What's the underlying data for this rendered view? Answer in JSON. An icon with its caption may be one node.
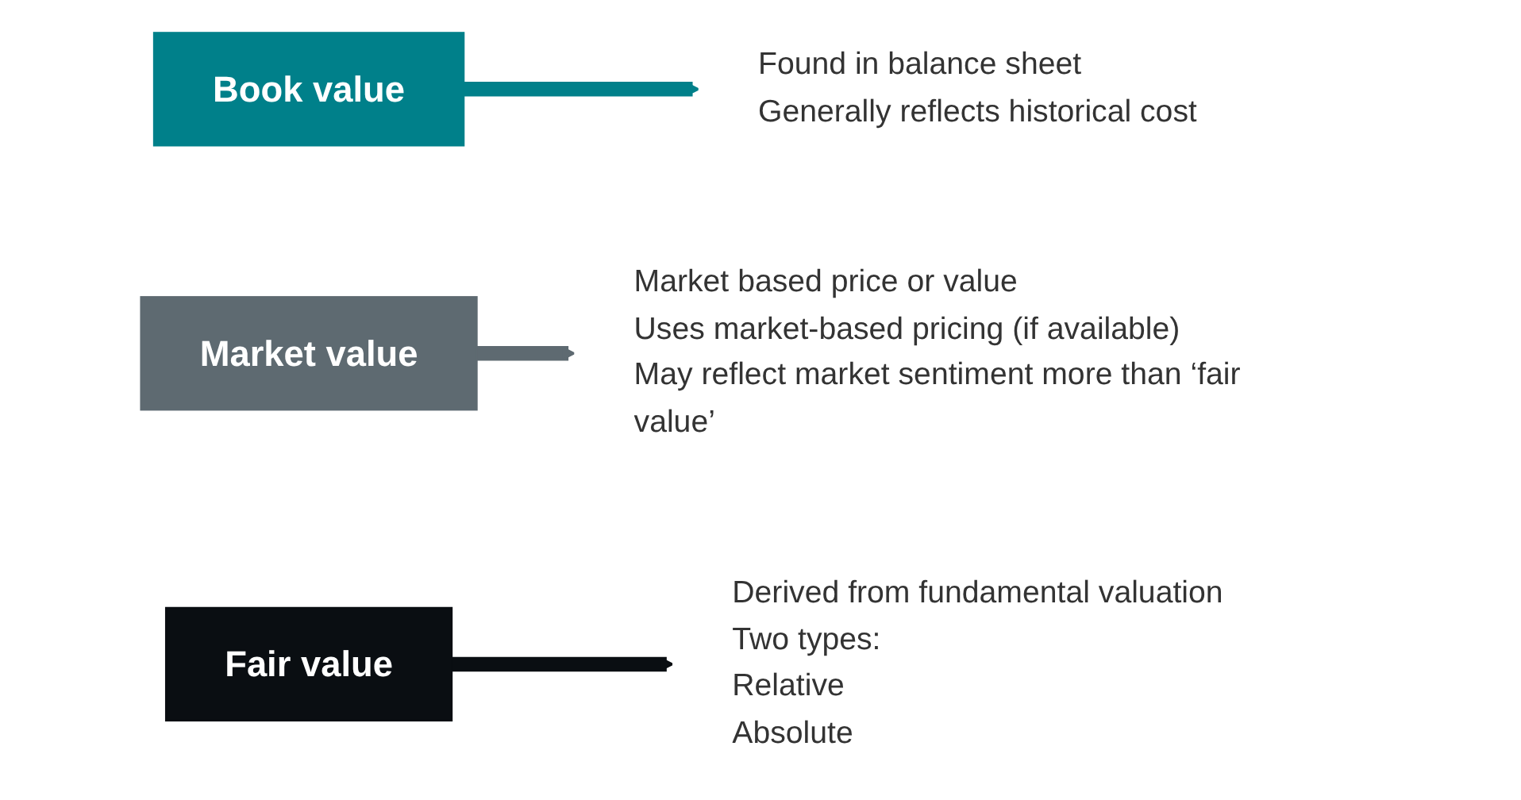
{
  "diagram": {
    "nodes": [
      {
        "text": [
          "Book value"
        ]
      },
      {
        "text": [
          "Found in balance sheet",
          "Generally reflects historical cost"
        ]
      },
      {
        "text": [
          "Market value"
        ]
      },
      {
        "text": [
          "Market based price or value",
          "Uses market-based pricing (if available)",
          "May reflect market sentiment more than ‘fair value’"
        ]
      },
      {
        "text": [
          "Fair value"
        ]
      },
      {
        "text": [
          "Derived from fundamental valuation",
          "Two types:",
          "Relative",
          "Absolute"
        ]
      }
    ],
    "edges": [
      {
        "from": 0,
        "to": 1,
        "arrow": "to",
        "color": "#00808a"
      },
      {
        "from": 2,
        "to": 3,
        "arrow": "to",
        "color": "#5e6a71"
      },
      {
        "from": 4,
        "to": 5,
        "arrow": "to",
        "color": "#0a0e12"
      }
    ]
  }
}
